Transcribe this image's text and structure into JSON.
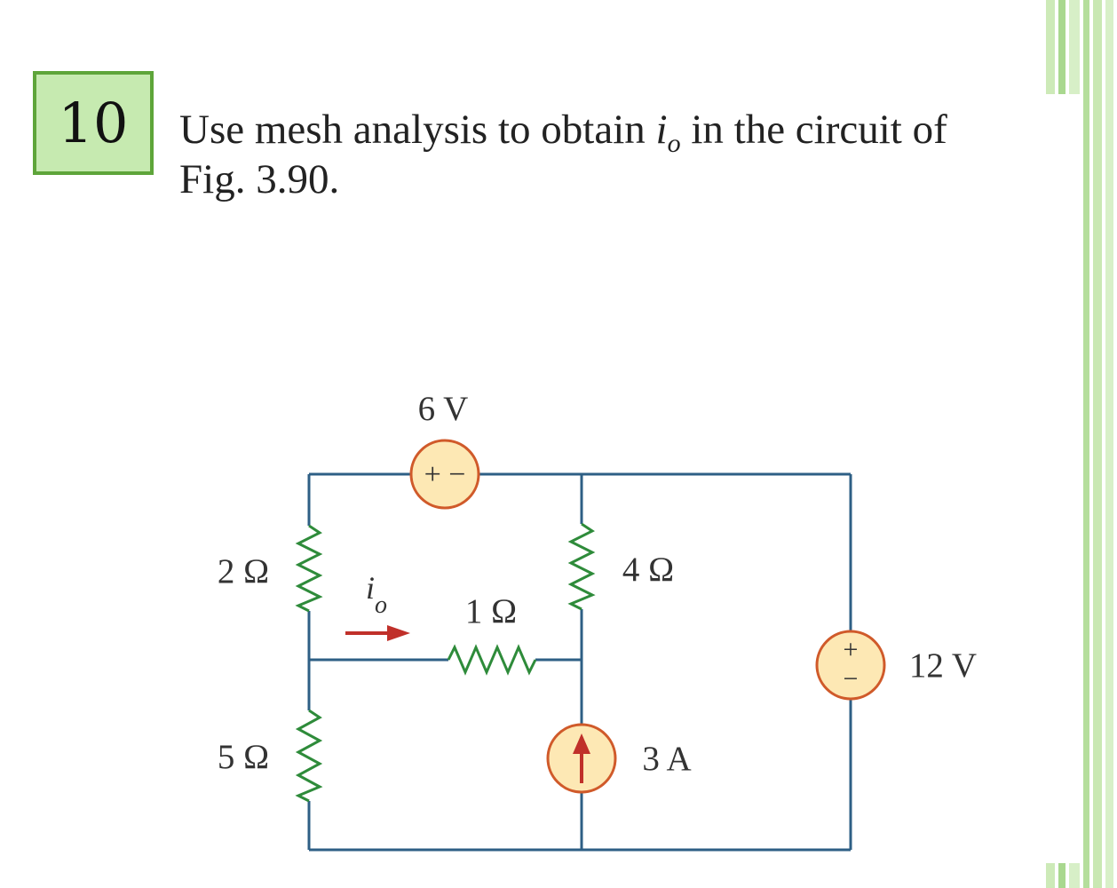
{
  "problem": {
    "number": "10",
    "text_before": "Use mesh analysis to obtain ",
    "variable": "i",
    "subscript": "o",
    "text_after": " in the circuit of",
    "line2": "Fig. 3.90."
  },
  "circuit": {
    "source_6v": "6 V",
    "source_6v_signs": "+ −",
    "r_2": "2 Ω",
    "r_4": "4 Ω",
    "r_1": "1 Ω",
    "r_5": "5 Ω",
    "io_var": "i",
    "io_sub": "o",
    "source_12v": "12 V",
    "plus": "+",
    "minus": "−",
    "source_3a": "3 A"
  },
  "colors": {
    "wire": "#2e5f85",
    "resistor": "#2e8b3a",
    "source_fill": "#fde8b4",
    "source_stroke": "#d05a2a",
    "arrow": "#c0302a",
    "badge_fill": "#c6eab0",
    "badge_border": "#5ea53a"
  }
}
